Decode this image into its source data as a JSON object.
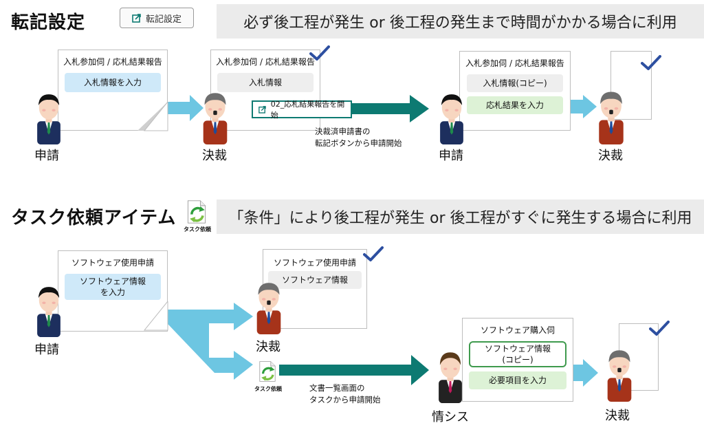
{
  "colors": {
    "teal": "#0d7a72",
    "light_blue_arrow": "#6dc6e2",
    "check": "#2d4fa0"
  },
  "top": {
    "title": "転記設定",
    "button_label": "転記設定",
    "banner": "必ず後工程が発生 or 後工程の発生まで時間がかかる場合に利用",
    "doc1": {
      "title": "入札参加伺 / 応札結果報告",
      "field": "入札情報を入力"
    },
    "doc2": {
      "title": "入札参加伺 / 応札結果報告",
      "field": "入札情報"
    },
    "start_button": "02_応札結果報告を開始",
    "note_line1": "決裁済申請書の",
    "note_line2": "転記ボタンから申請開始",
    "doc3": {
      "title": "入札参加伺 / 応札結果報告",
      "field1": "入札情報(コピー)",
      "field2": "応札結果を入力"
    },
    "persons": {
      "p1": "申請",
      "p2": "決裁",
      "p3": "申請",
      "p4": "決裁"
    }
  },
  "bottom": {
    "title": "タスク依頼アイテム",
    "icon_caption": "タスク依頼",
    "banner": "「条件」により後工程が発生 or 後工程がすぐに発生する場合に利用",
    "doc1": {
      "title": "ソフトウェア使用申請",
      "field_line1": "ソフトウェア情報",
      "field_line2": "を入力"
    },
    "doc2": {
      "title": "ソフトウェア使用申請",
      "field": "ソフトウェア情報"
    },
    "small_icon_caption": "タスク依頼",
    "note_line1": "文書一覧画面の",
    "note_line2": "タスクから申請開始",
    "doc3": {
      "title": "ソフトウェア購入伺",
      "field_line1": "ソフトウェア情報",
      "field_line2": "(コピー)",
      "field2": "必要項目を入力"
    },
    "persons": {
      "p1": "申請",
      "p2": "決裁",
      "p3": "情シス",
      "p4": "決裁"
    }
  }
}
